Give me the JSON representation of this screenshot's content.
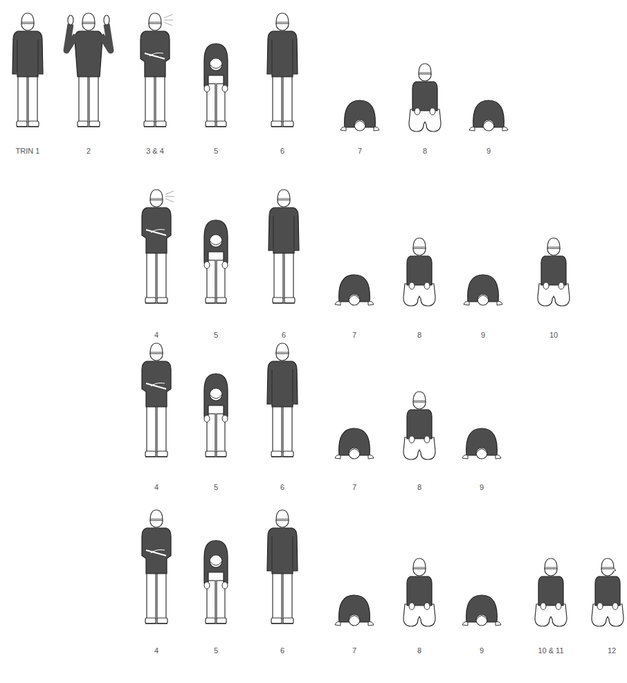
{
  "diagram": {
    "labels": [
      "TRIN 1",
      "2",
      "3 & 4",
      "5",
      "6",
      "7",
      "8",
      "9",
      "4",
      "5",
      "6",
      "7",
      "8",
      "9",
      "10",
      "4",
      "5",
      "6",
      "7",
      "8",
      "9",
      "4",
      "5",
      "6",
      "7",
      "8",
      "9",
      "10 & 11",
      "12"
    ]
  }
}
